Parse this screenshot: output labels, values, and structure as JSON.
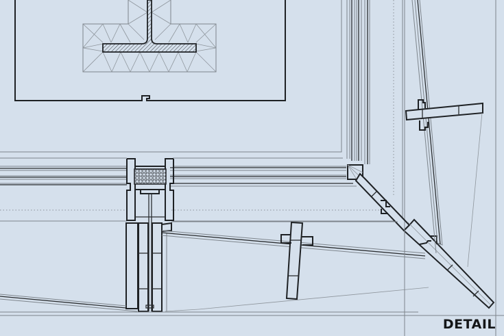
{
  "brand": {
    "logo_text": "DETAIL",
    "logo_color": "#141618"
  },
  "drawing": {
    "type": "architectural-section-detail",
    "background_color": "#d5e0ec",
    "line_color": "#1e2124",
    "thin_line_color": "#7d848b",
    "elements": [
      "steel-t-beam-with-insulation",
      "concrete-slab-outline",
      "mullion-profile-with-gasket",
      "horizontal-glazing-transom",
      "corner-post",
      "inclined-glass-fins",
      "glass-louver-panels",
      "diagonal-glass-fin"
    ]
  }
}
